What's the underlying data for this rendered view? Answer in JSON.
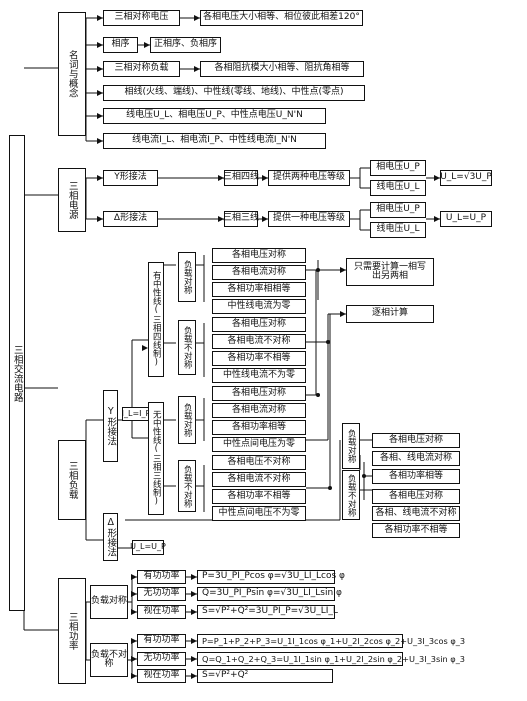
{
  "root": "三相交流电路",
  "concepts": {
    "title": "名词与概念",
    "items": [
      "三相对称电压",
      "各相电压大小相等、相位彼此相差120°",
      "相序",
      "正相序、负相序",
      "三相对称负载",
      "各相阻抗模大小相等、阻抗角相等",
      "相线(火线、端线)、中性线(零线、地线)、中性点(零点)",
      "线电压U_L、相电压U_P、中性点电压U_N'N",
      "线电流I_L、相电流I_P、中性线电流I_N'N"
    ]
  },
  "source": {
    "title": "三相电源",
    "y_connect": "Y形接法",
    "y_wires": "三相四线",
    "y_levels": "提供两种电压等级",
    "y_phase_v": "相电压U_P",
    "y_line_v": "线电压U_L",
    "y_relation": "U_L=√3U_P",
    "d_connect": "Δ形接法",
    "d_wires": "三相三线",
    "d_levels": "提供一种电压等级",
    "d_phase_v": "相电压U_P",
    "d_line_v": "线电压U_L",
    "d_relation": "U_L=U_P"
  },
  "load": {
    "title": "三相负载",
    "y_connect": "Y形接法",
    "il_ip": "I_L=I_P",
    "with_neutral": "有中性线(三相四线制)",
    "without_neutral": "无中性线(三相三线制)",
    "balanced": "负载对称",
    "unbalanced": "负载不对称",
    "wn_bal": [
      "各相电压对称",
      "各相电流对称",
      "各相功率相相等",
      "中性线电流为零"
    ],
    "wn_unbal": [
      "各相电压对称",
      "各相电流不对称",
      "各相功率不相等",
      "中性线电流不为零"
    ],
    "nn_bal": [
      "各相电压对称",
      "各相电流对称",
      "各相功率相等",
      "中性点间电压为零"
    ],
    "nn_unbal": [
      "各相电压不对称",
      "各相电流不对称",
      "各相功率不相等",
      "中性点间电压不为零"
    ],
    "calc_one": "只需要计算一相写出另两相",
    "calc_each": "逐相计算",
    "d_connect": "Δ形接法",
    "d_relation": "U_L=U_P",
    "d_balanced": "负载对称",
    "d_bal_items": [
      "各相电压对称",
      "各相、线电流对称",
      "各相功率相等"
    ],
    "d_unbalanced": "负载不对称",
    "d_unbal_items": [
      "各相电压对称",
      "各相、线电流不对称",
      "各相功率不相等"
    ]
  },
  "power": {
    "title": "三相功率",
    "balanced": "负载对称",
    "unbalanced": "负载不对称",
    "active": "有功功率",
    "reactive": "无功功率",
    "apparent": "视在功率",
    "b_active": "P=3U_PI_Pcos φ=√3U_LI_Lcos φ",
    "b_reactive": "Q=3U_PI_Psin φ=√3U_LI_Lsin φ",
    "b_apparent": "S=√P²+Q²=3U_PI_P=√3U_LI_L",
    "u_active": "P=P_1+P_2+P_3=U_1I_1cos φ_1+U_2I_2cos φ_2+U_3I_3cos φ_3",
    "u_reactive": "Q=Q_1+Q_2+Q_3=U_1I_1sin φ_1+U_2I_2sin φ_2+U_3I_3sin φ_3",
    "u_apparent": "S=√P²+Q²"
  }
}
